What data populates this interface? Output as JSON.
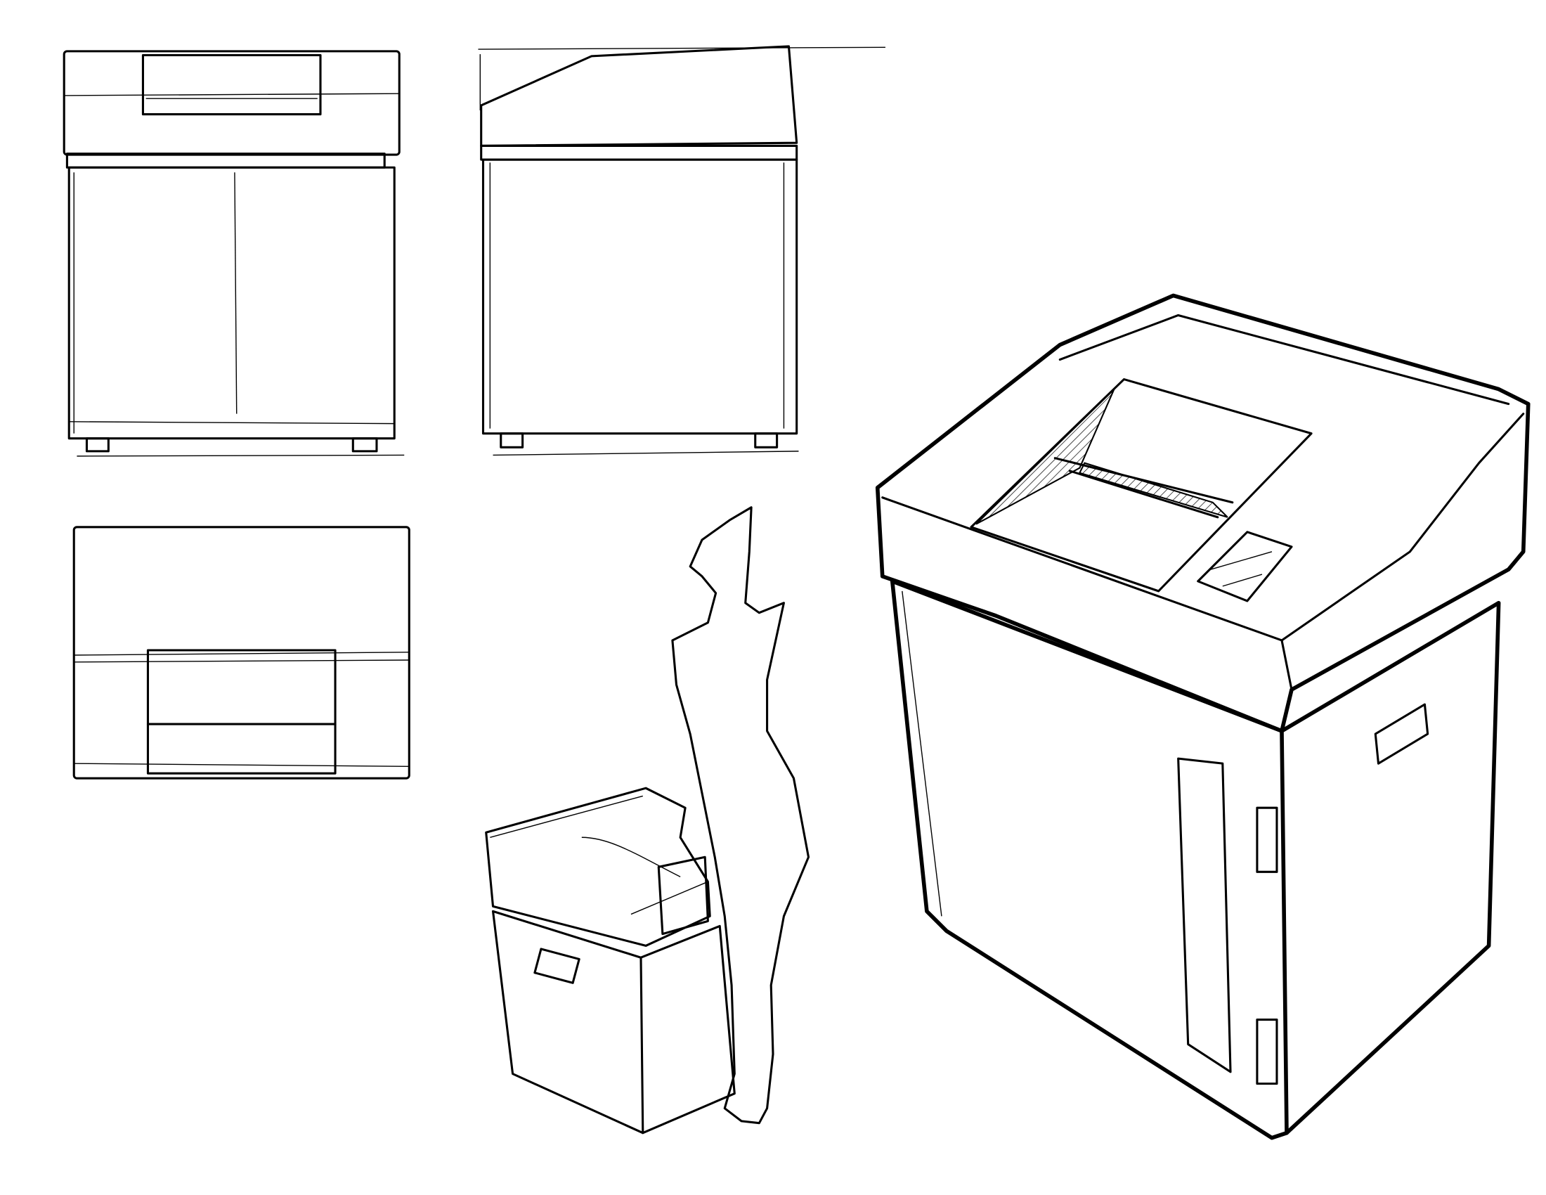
{
  "drawing": {
    "subject": "shredder-design-sketch",
    "stroke_color": "#000000",
    "background": "#ffffff",
    "views": [
      "front-view",
      "side-view",
      "top-view",
      "scale-view-with-figure",
      "perspective-view"
    ]
  }
}
